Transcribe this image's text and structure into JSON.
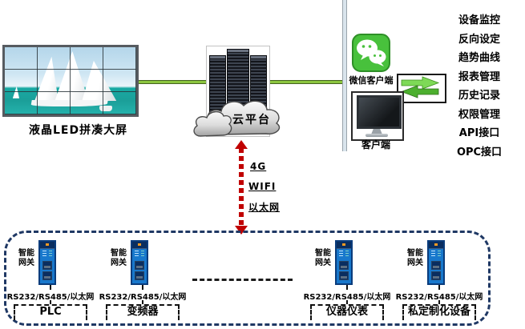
{
  "videowall": {
    "label": "液晶LED拼凑大屏"
  },
  "cloud": {
    "label": "云平台"
  },
  "clients": {
    "wechat_label": "微信客户端",
    "pc_label": "客户端"
  },
  "features": [
    "设备监控",
    "反向设定",
    "趋势曲线",
    "报表管理",
    "历史记录",
    "权限管理",
    "API接口",
    "OPC接口"
  ],
  "links": {
    "l1": "4G",
    "l2": "WIFI",
    "l3": "以太网"
  },
  "gateway": {
    "name_line1": "智能",
    "name_line2": "网关",
    "bus": "RS232/RS485/以太网"
  },
  "devices": [
    "PLC",
    "变频器",
    "仪器仪表",
    "私定制化设备"
  ],
  "colors": {
    "link_green": "#8CC63F",
    "wechat_green": "#48C13C",
    "arrow_red": "#C00000",
    "gateway_blue": "#1878CC",
    "zone_border_navy": "#1F3864"
  }
}
